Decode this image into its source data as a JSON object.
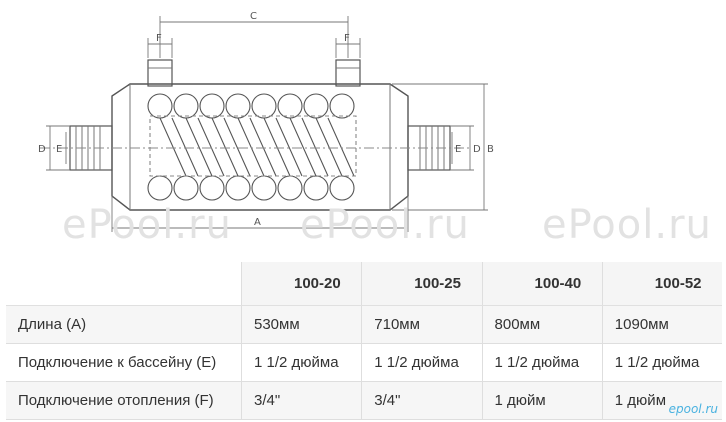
{
  "watermarks": [
    "ePool.ru",
    "ePool.ru",
    "ePool.ru"
  ],
  "dimension_labels": {
    "c": "C",
    "f_left": "F",
    "f_right": "F",
    "d_left": "D",
    "e_left": "E",
    "a": "A",
    "e_right": "E",
    "d_right": "D",
    "b": "B"
  },
  "table": {
    "headers": [
      "100-20",
      "100-25",
      "100-40",
      "100-52"
    ],
    "rows": [
      {
        "label": "Длина (A)",
        "values": [
          "530мм",
          "710мм",
          "800мм",
          "1090мм"
        ]
      },
      {
        "label": "Подключение к бассейну (E)",
        "values": [
          "1 1/2 дюйма",
          "1 1/2 дюйма",
          "1 1/2 дюйма",
          "1 1/2 дюйма"
        ]
      },
      {
        "label": "Подключение отопления (F)",
        "values": [
          "3/4\"",
          "3/4\"",
          "1 дюйм",
          "1 дюйм"
        ]
      }
    ]
  },
  "site_mark": "epool.ru",
  "colors": {
    "line": "#555555",
    "dim": "#777777",
    "watermark": "#e2e2e2",
    "accent": "#4ab2e0"
  }
}
